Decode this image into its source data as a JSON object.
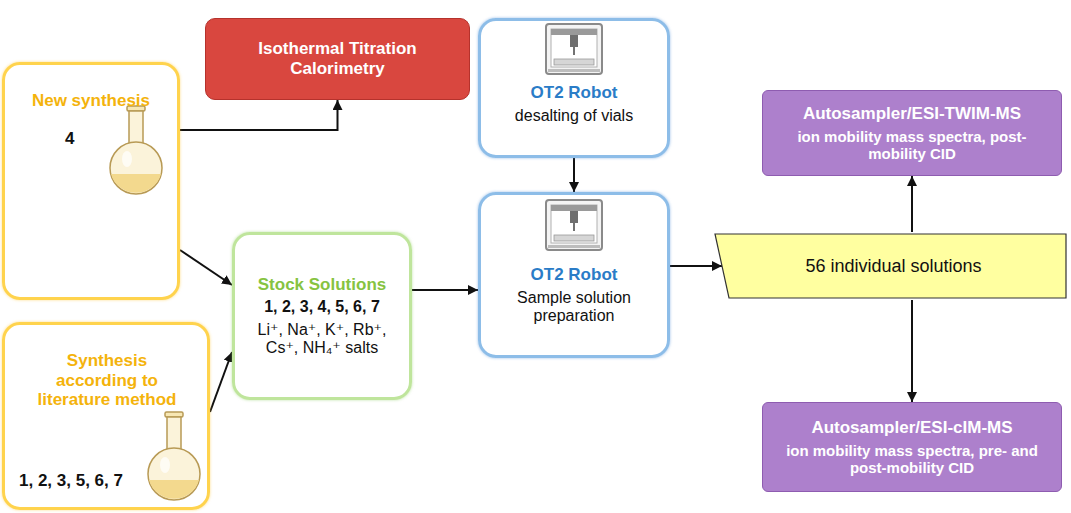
{
  "diagram": {
    "nodes": [
      {
        "text": [
          "Isothermal Titration Calorimetry"
        ]
      },
      {
        "text": [
          "New synthesis",
          "4"
        ]
      },
      {
        "text": [
          "Synthesis according to literature method",
          "1, 2, 3, 5, 6, 7"
        ]
      },
      {
        "text": [
          "Stock Solutions",
          "1, 2, 3, 4, 5, 6, 7",
          "Li⁺, Na⁺, K⁺, Rb⁺, Cs⁺, NH₄⁺ salts"
        ]
      },
      {
        "text": [
          "OT2 Robot",
          "desalting of vials"
        ]
      },
      {
        "text": [
          "OT2 Robot",
          "Sample solution preparation"
        ]
      },
      {
        "text": [
          "56 individual solutions"
        ]
      },
      {
        "text": [
          "Autosampler/ESI-TWIM-MS",
          "ion mobility mass spectra, post-mobility CID"
        ]
      },
      {
        "text": [
          "Autosampler/ESI-cIM-MS",
          "ion mobility mass spectra, pre- and post-mobility CID"
        ]
      }
    ],
    "edges": [
      {
        "from": 1,
        "to": 0,
        "arrow": "to"
      },
      {
        "from": 1,
        "to": 3,
        "arrow": "to"
      },
      {
        "from": 2,
        "to": 3,
        "arrow": "to"
      },
      {
        "from": 3,
        "to": 5,
        "arrow": "to"
      },
      {
        "from": 4,
        "to": 5,
        "arrow": "to"
      },
      {
        "from": 5,
        "to": 6,
        "arrow": "to"
      },
      {
        "from": 6,
        "to": 7,
        "arrow": "to"
      },
      {
        "from": 6,
        "to": 8,
        "arrow": "to"
      }
    ]
  }
}
